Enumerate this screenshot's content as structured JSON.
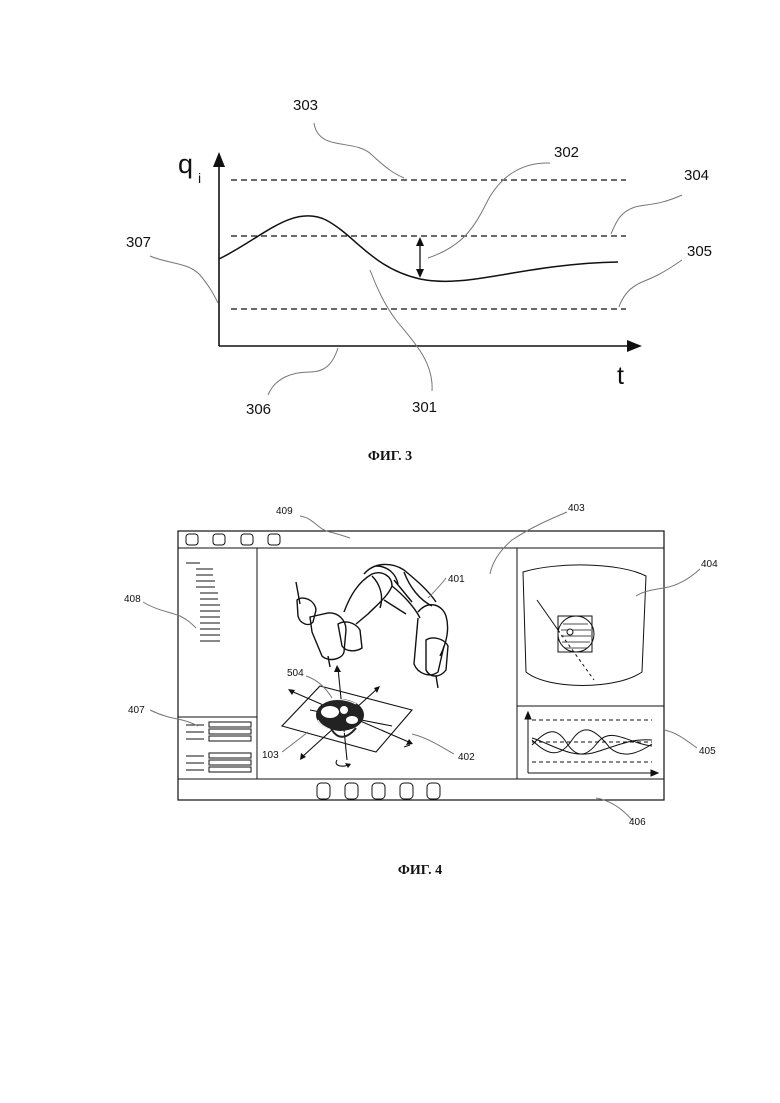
{
  "figure3": {
    "caption": "ФИГ. 3",
    "axis_y_label": "q",
    "axis_y_subscript": "i",
    "axis_x_label": "t",
    "callouts": {
      "c303": "303",
      "c302": "302",
      "c304": "304",
      "c307": "307",
      "c305": "305",
      "c306": "306",
      "c301": "301"
    }
  },
  "figure4": {
    "caption": "ФИГ. 4",
    "callouts": {
      "c409": "409",
      "c403": "403",
      "c401": "401",
      "c404": "404",
      "c408": "408",
      "c504": "504",
      "c407": "407",
      "c103": "103",
      "c402": "402",
      "c405": "405",
      "c406": "406"
    },
    "top_toolbar_buttons": 4,
    "bottom_toolbar_buttons": 5
  }
}
